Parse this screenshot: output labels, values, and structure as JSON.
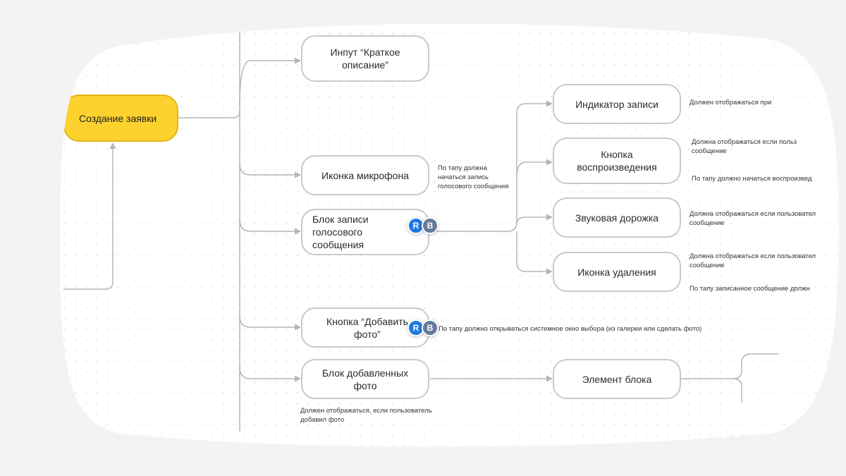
{
  "colors": {
    "root_fill": "#fdd22e",
    "root_border": "#e1b518",
    "node_border": "#c9c9c9",
    "connector": "#b5b5b5",
    "avatar_r": "#1f7ae0",
    "avatar_b": "#667a9b",
    "backdrop": "#f3f3f3"
  },
  "root": {
    "label": "Создание заявки"
  },
  "level1": [
    {
      "label": "Инпут “Краткое\nописание”"
    },
    {
      "label": "Иконка микрофона"
    },
    {
      "label": "Блок записи голосового\nсообщения"
    },
    {
      "label": "Кнопка “Добавить фото”"
    },
    {
      "label": "Блок добавленных фото"
    }
  ],
  "level2": [
    {
      "label": "Индикатор записи"
    },
    {
      "label": "Кнопка\nвоспроизведения"
    },
    {
      "label": "Звуковая дорожка"
    },
    {
      "label": "Иконка удаления"
    },
    {
      "label": "Элемент блока"
    }
  ],
  "notes": {
    "mic": "По тапу должна\nначаться запись\nголосового сообщения",
    "photo_button": "По тапу должно открываться системное окно выбора (из галереи или сделать фото)",
    "photo_block": "Должен отображаться, если пользователь\nдобавил фото",
    "indicator": "Должен отображаться при",
    "play_show": "Должна отображаться если польз\nсообщение",
    "play_tap": "По тапу должно начаться воспроизвед",
    "track": "Должна отображаться если пользовател\nсообщение",
    "delete_show": "Должна отображаться если пользовател\nсообщение",
    "delete_tap": "По тапу записанное сообщение должн"
  },
  "collaborators": [
    {
      "initial": "R",
      "icon": "avatar-r"
    },
    {
      "initial": "B",
      "icon": "avatar-b"
    }
  ]
}
